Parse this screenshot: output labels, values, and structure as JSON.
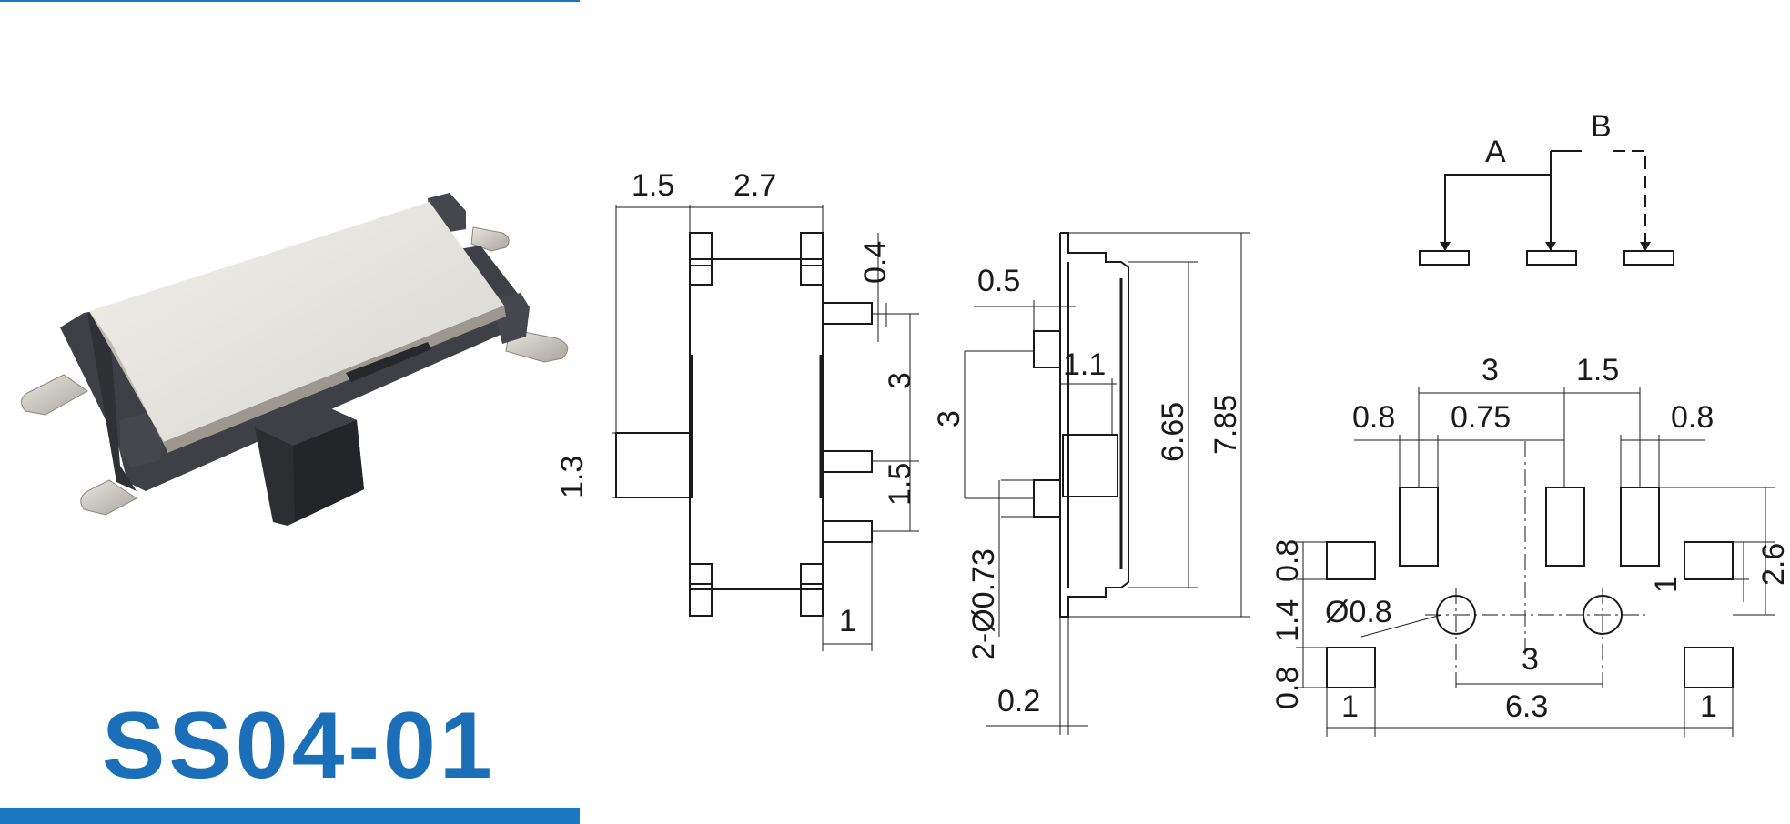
{
  "model": "SS04-01",
  "colors": {
    "brand_blue": "#1b6fb8",
    "line": "#1a1a1a",
    "housing_white": "#e6e4df",
    "housing_dark": "#3c3e43",
    "terminal_metal": "#c4c0b8"
  },
  "schematic": {
    "contact_a": "A",
    "contact_b": "B"
  },
  "top_view": {
    "dim_left": "1.5",
    "dim_top": "2.7",
    "dim_tab": "0.4",
    "dim_pitch": "3",
    "dim_actuator": "1.3",
    "dim_pin_gap": "1.5",
    "dim_pin_w": "1"
  },
  "side_view": {
    "dim_knob": "0.5",
    "dim_inner": "1.1",
    "dim_pitch": "3",
    "dim_body": "6.65",
    "dim_total": "7.85",
    "dim_holes": "2-Ø0.73",
    "dim_thickness": "0.2"
  },
  "pcb_layout": {
    "dim_pitch_3": "3",
    "dim_pitch_1_5": "1.5",
    "dim_pad_w_left": "0.8",
    "dim_gap": "0.75",
    "dim_pad_w_right": "0.8",
    "dim_hole": "Ø0.8",
    "dim_pad_h_top": "0.8",
    "dim_pad_gap": "1.4",
    "dim_pad_h_bottom": "0.8",
    "dim_pad_wide": "2.6",
    "dim_pad_1": "1",
    "dim_hole_pitch": "3",
    "dim_overall": "6.3",
    "dim_bottom_left": "1",
    "dim_bottom_right": "1"
  }
}
